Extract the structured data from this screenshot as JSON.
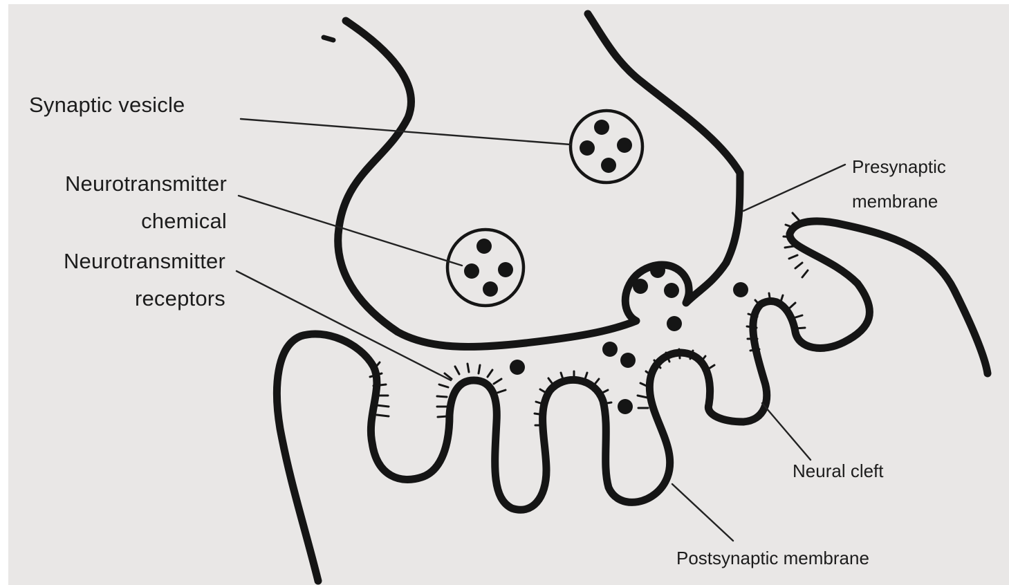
{
  "labels": {
    "synaptic_vesicle": "Synaptic vesicle",
    "neurotransmitter_chemical_1": "Neurotransmitter",
    "neurotransmitter_chemical_2": "chemical",
    "neurotransmitter_receptors_1": "Neurotransmitter",
    "neurotransmitter_receptors_2": "receptors",
    "presynaptic_membrane_1": "Presynaptic",
    "presynaptic_membrane_2": "membrane",
    "neural_cleft": "Neural cleft",
    "postsynaptic_membrane": "Postsynaptic membrane"
  },
  "colors": {
    "ink": "#151515",
    "paper": "#e9e7e6"
  }
}
